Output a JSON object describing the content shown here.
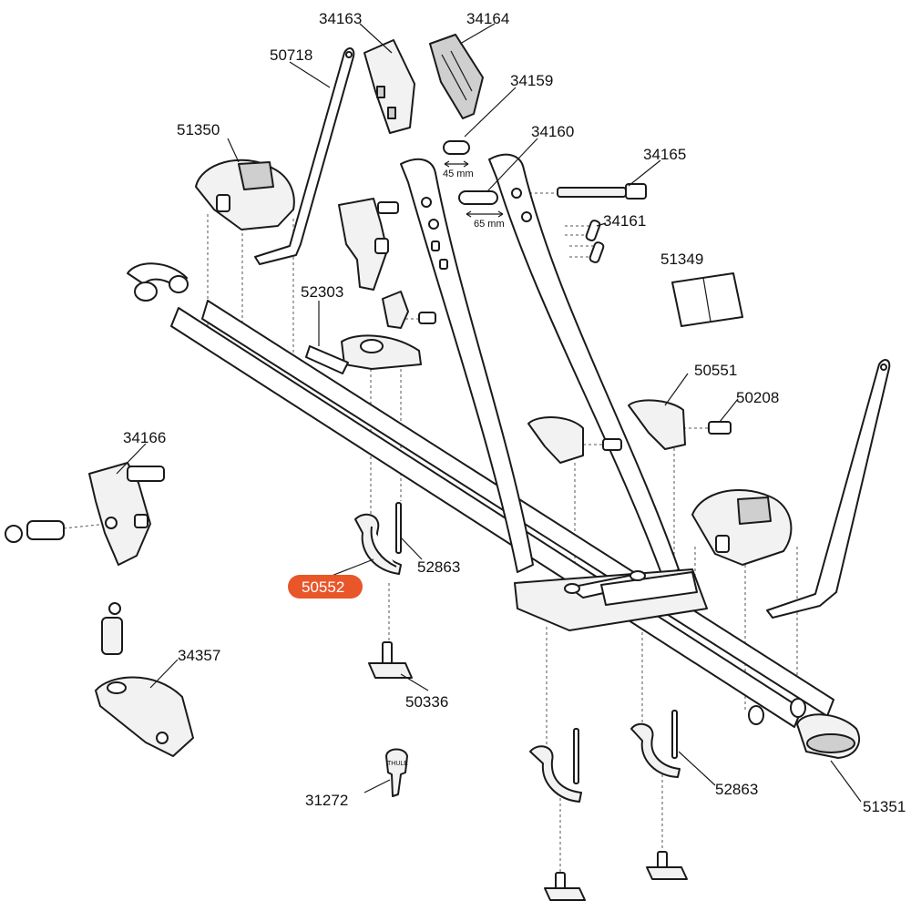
{
  "highlight_color": "#e8562a",
  "highlighted_part": "50552",
  "labels": {
    "p34163": "34163",
    "p34164": "34164",
    "p50718": "50718",
    "p34159": "34159",
    "p51350": "51350",
    "p34160": "34160",
    "p34165": "34165",
    "p34161": "34161",
    "p51349": "51349",
    "p52303": "52303",
    "p50551": "50551",
    "p50208": "50208",
    "p34166": "34166",
    "p50552": "50552",
    "p52863a": "52863",
    "p34357": "34357",
    "p50336": "50336",
    "p31272": "31272",
    "p52863b": "52863",
    "p51351": "51351"
  },
  "dimensions": {
    "short_pin": "45 mm",
    "long_pin": "65 mm"
  },
  "key_brand": "THULE"
}
